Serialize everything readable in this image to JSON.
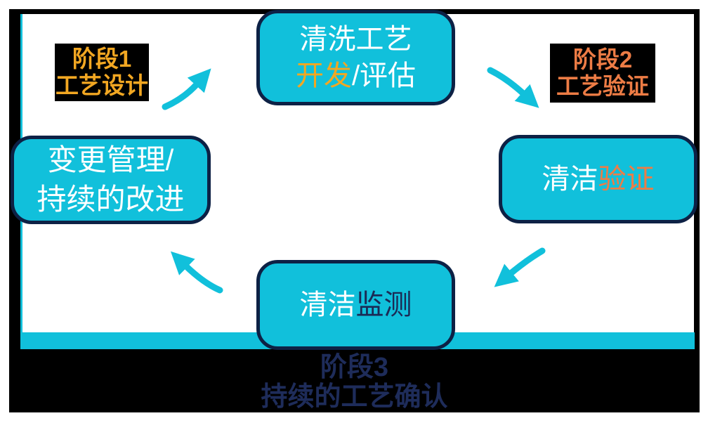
{
  "diagram": {
    "type": "cycle",
    "boxes": {
      "top": {
        "line1": "清洗工艺",
        "line2_highlight": "开发",
        "line2_rest": "/评估"
      },
      "right": {
        "white": "清洁",
        "highlight": "验证"
      },
      "bottom": {
        "white": "清洁",
        "highlight": "监测"
      },
      "left": {
        "line1": "变更管理/",
        "line2": "持续的改进"
      }
    },
    "labels": {
      "phase1": {
        "line1": "阶段1",
        "line2": "工艺设计"
      },
      "phase2": {
        "line1": "阶段2",
        "line2": "工艺验证"
      },
      "phase3": {
        "line1": "阶段3",
        "line2": "持续的工艺确认"
      }
    },
    "arrows": [
      {
        "name": "arrow-left-box-to-top-box",
        "direction": "up-right"
      },
      {
        "name": "arrow-top-box-to-right-box",
        "direction": "down-right"
      },
      {
        "name": "arrow-right-box-to-bottom-box",
        "direction": "down-left"
      },
      {
        "name": "arrow-bottom-box-to-left-box",
        "direction": "up-left"
      }
    ],
    "colors": {
      "cyan": "#11c0db",
      "box_border_navy": "#0d2145",
      "highlight_yellow": "#f2a722",
      "highlight_orange": "#ed7c45",
      "dark_navy_text": "#1e2c5a",
      "frame_black": "#000000",
      "background_white": "#ffffff"
    }
  }
}
